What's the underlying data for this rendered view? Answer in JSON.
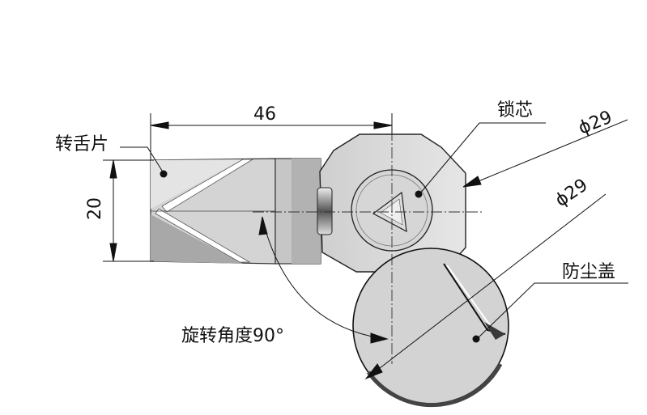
{
  "dimensions": {
    "width": "46",
    "height": "20",
    "diameter_core": "ϕ29",
    "diameter_cover": "ϕ29"
  },
  "labels": {
    "tongue": "转舌片",
    "lock_core": "锁芯",
    "dust_cover": "防尘盖",
    "rotation": "旋转角度90°"
  },
  "colors": {
    "line": "#111111",
    "body_light": "#d9d9d9",
    "body_mid": "#bdbdbd",
    "body_dark": "#8a8a8a",
    "bg": "#ffffff"
  }
}
